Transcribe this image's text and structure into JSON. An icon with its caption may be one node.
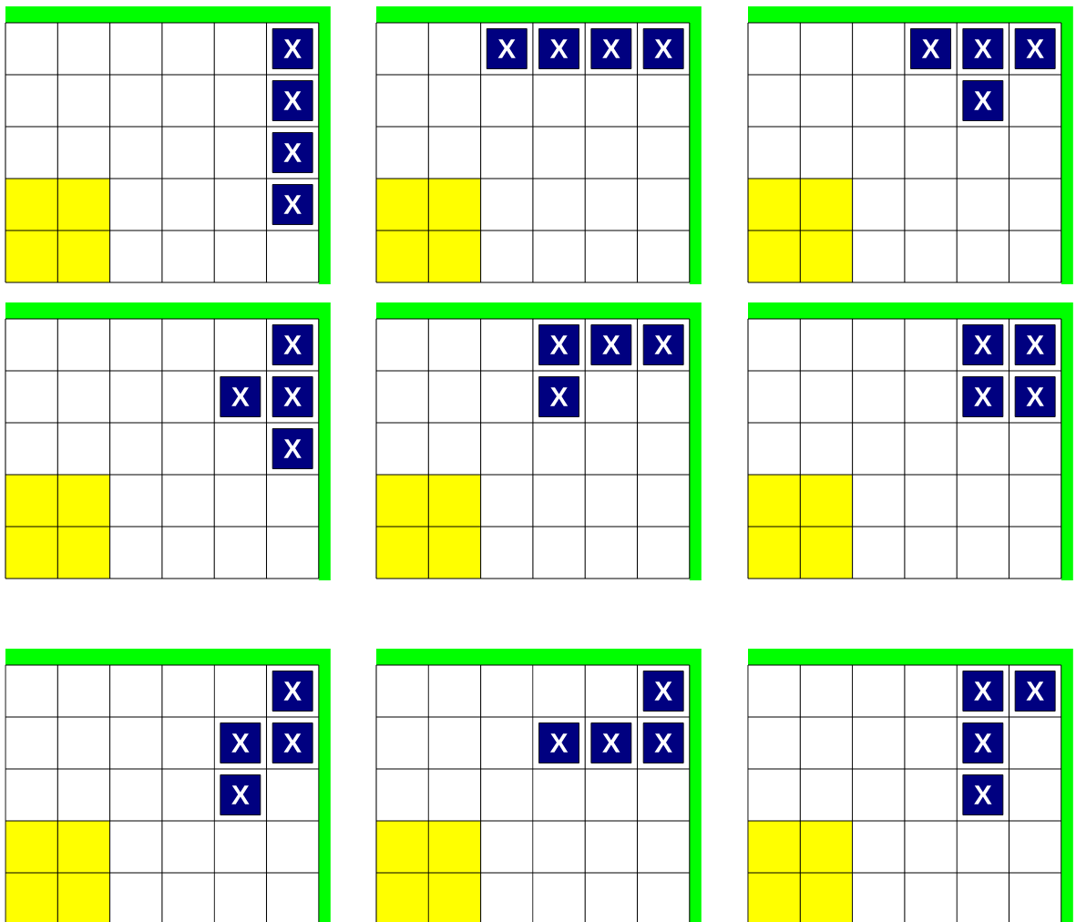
{
  "diagram": {
    "nodes": [
      {
        "text": [
          "X"
        ]
      },
      {
        "text": [
          "X"
        ]
      },
      {
        "text": [
          "X"
        ]
      },
      {
        "text": [
          "X"
        ]
      },
      {
        "text": [
          "X"
        ]
      },
      {
        "text": [
          "X"
        ]
      },
      {
        "text": [
          "X"
        ]
      },
      {
        "text": [
          "X"
        ]
      },
      {
        "text": [
          "X"
        ]
      },
      {
        "text": [
          "X"
        ]
      },
      {
        "text": [
          "X"
        ]
      },
      {
        "text": [
          "X"
        ]
      },
      {
        "text": [
          "X"
        ]
      },
      {
        "text": [
          "X"
        ]
      },
      {
        "text": [
          "X"
        ]
      },
      {
        "text": [
          "X"
        ]
      },
      {
        "text": [
          "X"
        ]
      },
      {
        "text": [
          "X"
        ]
      },
      {
        "text": [
          "X"
        ]
      },
      {
        "text": [
          "X"
        ]
      },
      {
        "text": [
          "X"
        ]
      },
      {
        "text": [
          "X"
        ]
      },
      {
        "text": [
          "X"
        ]
      },
      {
        "text": [
          "X"
        ]
      },
      {
        "text": [
          "X"
        ]
      },
      {
        "text": [
          "X"
        ]
      },
      {
        "text": [
          "X"
        ]
      },
      {
        "text": [
          "X"
        ]
      },
      {
        "text": [
          "X"
        ]
      },
      {
        "text": [
          "X"
        ]
      },
      {
        "text": [
          "X"
        ]
      },
      {
        "text": [
          "X"
        ]
      },
      {
        "text": [
          "X"
        ]
      },
      {
        "text": [
          "X"
        ]
      },
      {
        "text": [
          "X"
        ]
      },
      {
        "text": [
          "X"
        ]
      }
    ]
  }
}
